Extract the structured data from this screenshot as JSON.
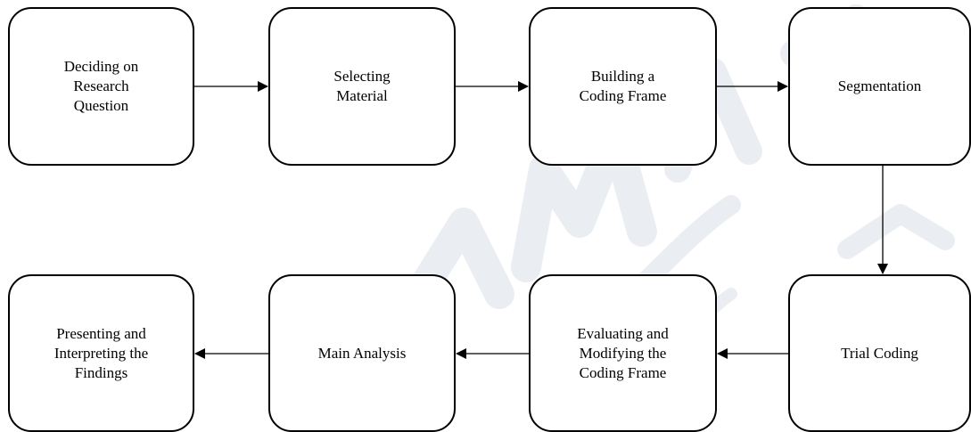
{
  "diagram": {
    "steps": [
      {
        "id": "deciding-on-research-question",
        "label": "Deciding on\nResearch\nQuestion"
      },
      {
        "id": "selecting-material",
        "label": "Selecting\nMaterial"
      },
      {
        "id": "building-coding-frame",
        "label": "Building a\nCoding Frame"
      },
      {
        "id": "segmentation",
        "label": "Segmentation"
      },
      {
        "id": "trial-coding",
        "label": "Trial Coding"
      },
      {
        "id": "evaluating-modifying",
        "label": "Evaluating and\nModifying the\nCoding Frame"
      },
      {
        "id": "main-analysis",
        "label": "Main Analysis"
      },
      {
        "id": "presenting-interpreting",
        "label": "Presenting and\nInterpreting the\nFindings"
      }
    ],
    "edges": [
      {
        "from": "deciding-on-research-question",
        "to": "selecting-material"
      },
      {
        "from": "selecting-material",
        "to": "building-coding-frame"
      },
      {
        "from": "building-coding-frame",
        "to": "segmentation"
      },
      {
        "from": "segmentation",
        "to": "trial-coding"
      },
      {
        "from": "trial-coding",
        "to": "evaluating-modifying"
      },
      {
        "from": "evaluating-modifying",
        "to": "main-analysis"
      },
      {
        "from": "main-analysis",
        "to": "presenting-interpreting"
      }
    ],
    "colors": {
      "stroke": "#000000",
      "watermark": "#5f7f9a"
    }
  }
}
